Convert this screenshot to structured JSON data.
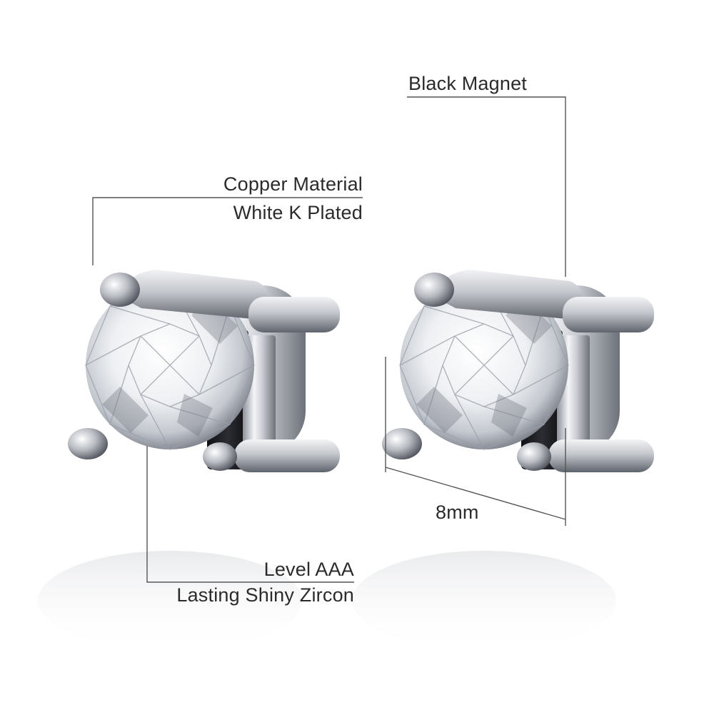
{
  "annotations": {
    "black_magnet": "Black Magnet",
    "copper_material": "Copper Material",
    "white_k_plated": "White K Plated",
    "level_aaa": "Level AAA",
    "lasting_shiny_zircon": "Lasting Shiny Zircon",
    "size": "8mm"
  },
  "colors": {
    "background": "#ffffff",
    "text": "#2b2b2b",
    "leader_line": "#555555",
    "metal_light": "#e6e8ec",
    "metal_mid": "#a9adb5",
    "metal_dark": "#3e4149",
    "magnet": "#1e1e22"
  }
}
